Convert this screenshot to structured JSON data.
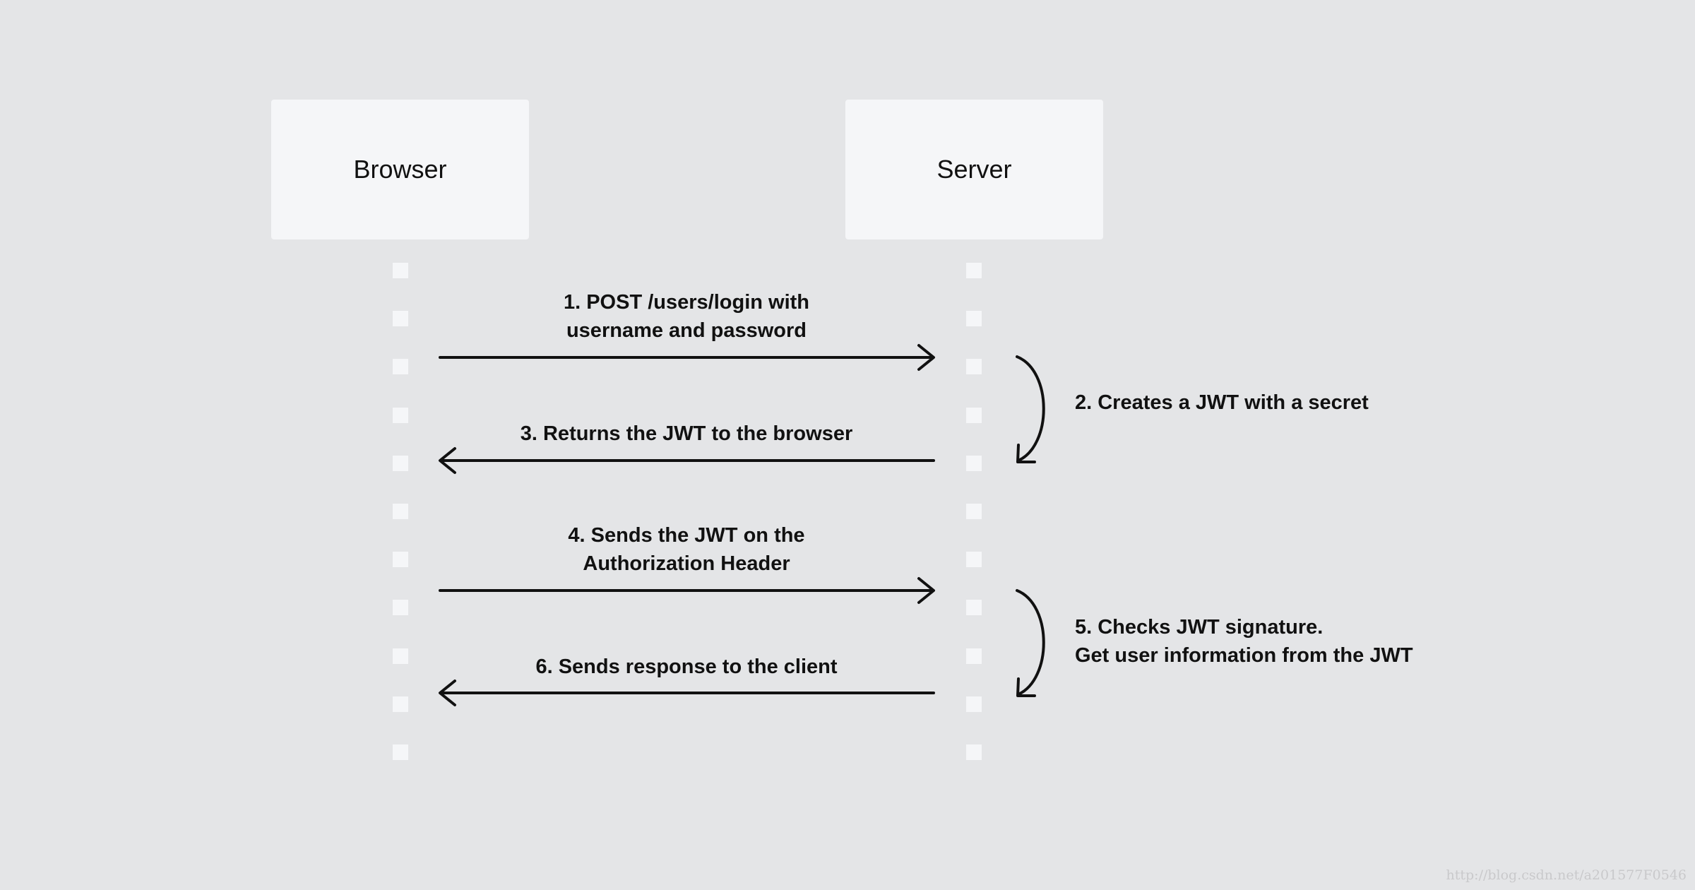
{
  "actors": {
    "browser": "Browser",
    "server": "Server"
  },
  "messages": [
    {
      "lines": [
        "1. POST /users/login with",
        "username and password"
      ],
      "direction": "browser-to-server"
    },
    {
      "lines": [
        "3. Returns the JWT to the browser"
      ],
      "direction": "server-to-browser"
    },
    {
      "lines": [
        "4. Sends the JWT on the",
        "Authorization Header"
      ],
      "direction": "browser-to-server"
    },
    {
      "lines": [
        "6. Sends response to the client"
      ],
      "direction": "server-to-browser"
    }
  ],
  "notes": [
    {
      "lines": [
        "2. Creates a JWT with a secret"
      ]
    },
    {
      "lines": [
        "5. Checks JWT signature.",
        "Get user information from the JWT"
      ]
    }
  ],
  "watermark": "http://blog.csdn.net/a201577F0546",
  "colors": {
    "background": "#e4e5e7",
    "actor_box": "#f5f6f8",
    "lifeline": "#f5f6f8",
    "arrow": "#111111"
  }
}
